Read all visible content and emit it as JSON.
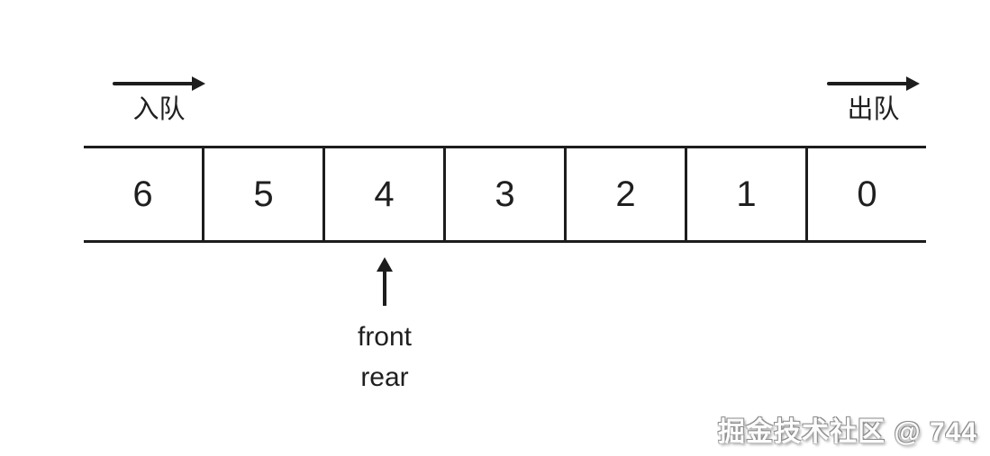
{
  "enqueue": {
    "label": "入队"
  },
  "dequeue": {
    "label": "出队"
  },
  "queue": {
    "cells": [
      "6",
      "5",
      "4",
      "3",
      "2",
      "1",
      "0"
    ],
    "pointer_cell_value": "4"
  },
  "pointer": {
    "front_label": "front",
    "rear_label": "rear"
  },
  "watermark": {
    "text": "掘金技术社区 @ 744"
  },
  "colors": {
    "line": "#1d1d1d",
    "text": "#1f1f1f",
    "bg": "#ffffff",
    "watermark_fill": "#fcfcfc",
    "watermark_shadow": "#8a8a8a"
  }
}
